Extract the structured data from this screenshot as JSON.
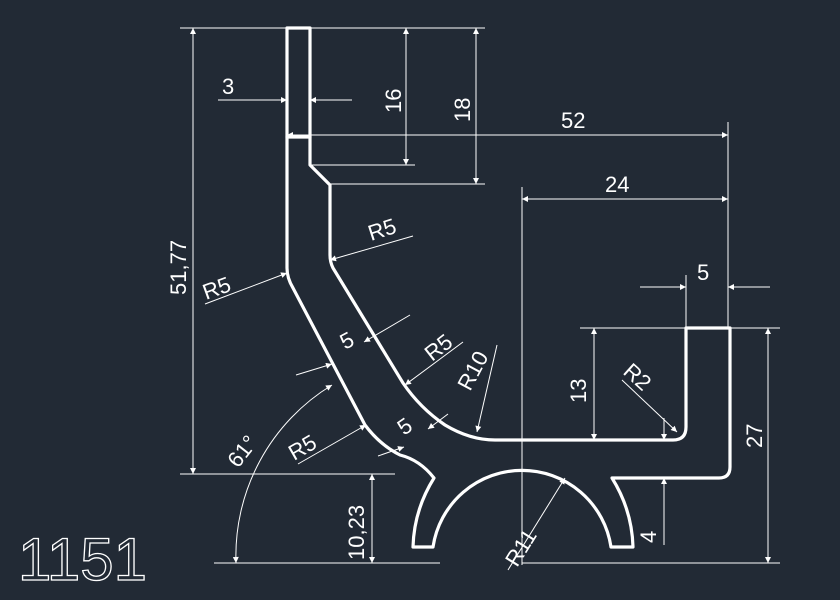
{
  "drawing": {
    "part_number": "1151",
    "background": "#222a35",
    "line_color": "#ffffff"
  },
  "dimensions": {
    "width_top": "3",
    "height_16": "16",
    "height_18": "18",
    "width_52": "52",
    "width_24": "24",
    "width_5_right": "5",
    "radius_upper_left": "R5",
    "radius_upper_right": "R5",
    "thickness_mid": "5",
    "radius_mid": "R5",
    "radius_10": "R10",
    "thickness_lower": "5",
    "radius_lower": "R5",
    "angle": "61°",
    "height_10_23": "10,23",
    "radius_11": "R11",
    "height_51_77": "51,77",
    "height_13": "13",
    "radius_2": "R2",
    "height_27": "27",
    "height_4": "4"
  }
}
